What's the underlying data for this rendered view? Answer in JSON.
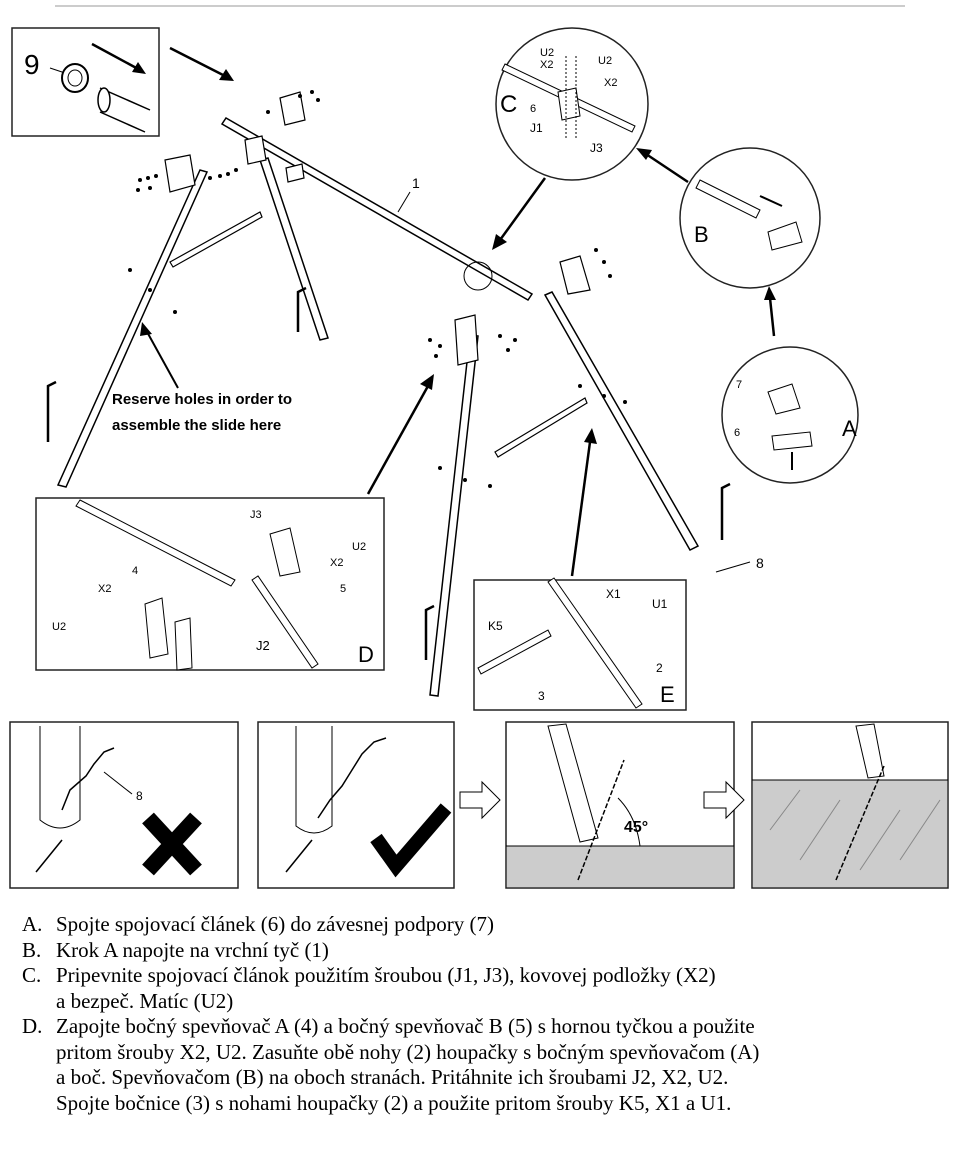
{
  "diagram": {
    "inset_9": {
      "number": "9"
    },
    "inset_c": {
      "letter": "C",
      "parts": [
        "U2",
        "X2",
        "U2",
        "X2",
        "6",
        "J1",
        "J3"
      ]
    },
    "inset_b": {
      "letter": "B"
    },
    "inset_a": {
      "letter": "A",
      "parts": [
        "7",
        "6"
      ]
    },
    "inset_d": {
      "letter": "D",
      "parts": [
        "J3",
        "U2",
        "X2",
        "5",
        "4",
        "X2",
        "U2",
        "J2"
      ]
    },
    "inset_e": {
      "letter": "E",
      "parts": [
        "X1",
        "U1",
        "K5",
        "2",
        "3"
      ]
    },
    "part_1": "1",
    "part_8": "8",
    "reserve_note": [
      "Reserve holes in order to",
      "assemble the slide here"
    ],
    "anchor_label": "8",
    "angle_label": "45°"
  },
  "instructions": [
    {
      "letter": "A.",
      "lines": [
        "Spojte spojovací článek (6) do závesnej podpory (7)"
      ]
    },
    {
      "letter": "B.",
      "lines": [
        "Krok A napojte na vrchní tyč (1)"
      ]
    },
    {
      "letter": "C.",
      "lines": [
        "Pripevnite spojovací článok použitím šroubou (J1, J3), kovovej podložky (X2)",
        "a bezpeč. Matíc (U2)"
      ]
    },
    {
      "letter": "D.",
      "lines": [
        "Zapojte bočný spevňovač  A (4) a bočný spevňovač B (5) s hornou tyčkou a použite",
        "pritom šrouby  X2, U2. Zasuňte obě nohy (2) houpačky s bočným spevňovačom (A)",
        "a boč. Spevňovačom (B) na oboch stranách. Pritáhnite ich šroubami J2, X2, U2.",
        "Spojte bočnice (3) s nohami houpačky (2) a použite pritom šrouby K5, X1 a U1."
      ]
    }
  ]
}
